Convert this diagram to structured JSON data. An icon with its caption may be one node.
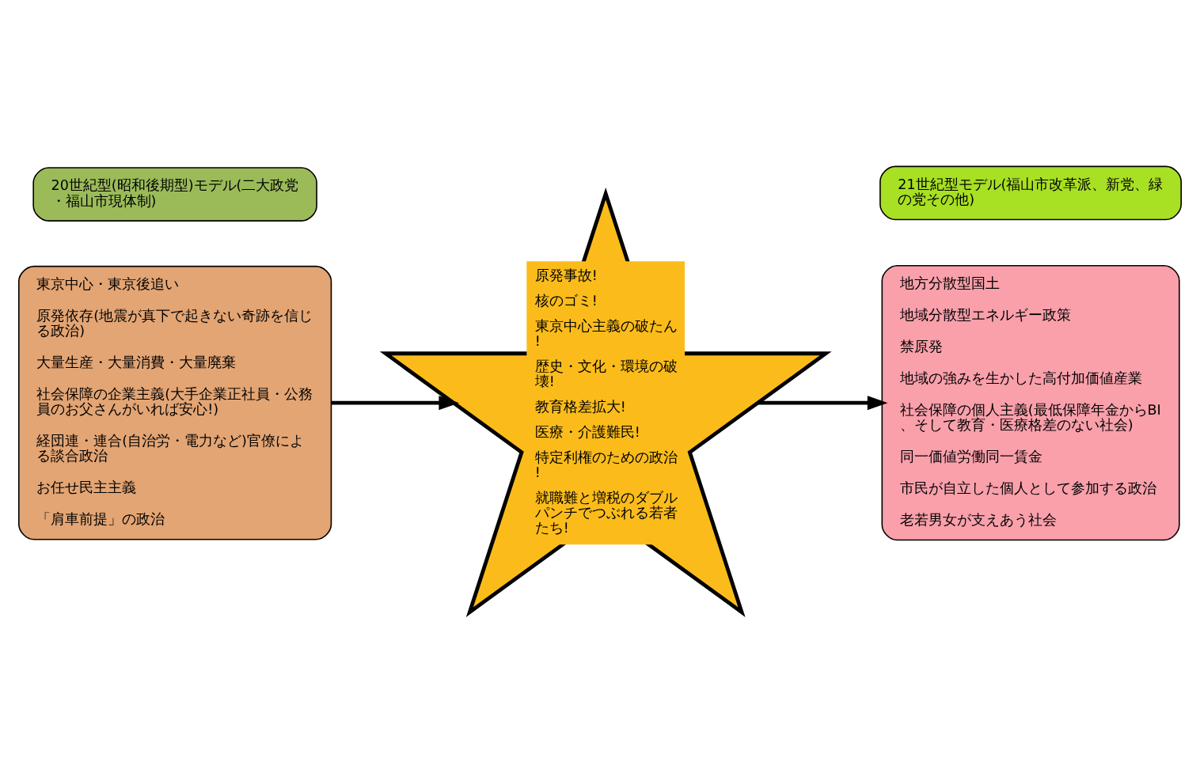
{
  "diagram": {
    "nodes": [
      {
        "text": [
          "20世紀型(昭和後期型)モデル(二大政党・福山市現体制)"
        ]
      },
      {
        "text": [
          "東京中心・東京後追い",
          "原発依存(地震が真下で起きない奇跡を信じる政治)",
          "大量生産・大量消費・大量廃棄",
          "社会保障の企業主義(大手企業正社員・公務員のお父さんがいれば安心!)",
          "経団連・連合(自治労・電力など)官僚による談合政治",
          "お任せ民主主義",
          "「肩車前提」の政治"
        ]
      },
      {
        "text": [
          "原発事故!",
          "核のゴミ!",
          "東京中心主義の破たん!",
          "歴史・文化・環境の破壊!",
          "教育格差拡大!",
          "医療・介護難民!",
          "特定利権のための政治!",
          "就職難と増税のダブルパンチでつぶれる若者たち!"
        ]
      },
      {
        "text": [
          "21世紀型モデル(福山市改革派、新党、緑の党その他)"
        ]
      },
      {
        "text": [
          "地方分散型国土",
          "地域分散型エネルギー政策",
          "禁原発",
          "地域の強みを生かした高付加価値産業",
          "社会保障の個人主義(最低保障年金からBI、そして教育・医療格差のない社会)",
          "同一価値労働同一賃金",
          "市民が自立した個人として参加する政治",
          "老若男女が支えあう社会"
        ]
      }
    ],
    "edges": [
      {
        "from": 1,
        "to": 2,
        "arrow": "to"
      },
      {
        "from": 2,
        "to": 4,
        "arrow": "to"
      }
    ]
  }
}
